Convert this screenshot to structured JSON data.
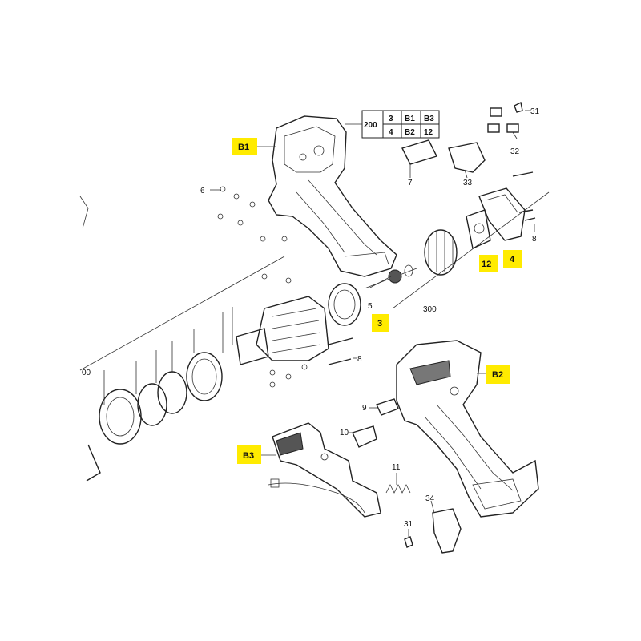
{
  "colors": {
    "highlight": "#ffeb00",
    "line": "#222222",
    "background": "#ffffff"
  },
  "highlighted_labels": {
    "b1": "B1",
    "b2": "B2",
    "b3": "B3",
    "n3": "3",
    "n4": "4",
    "n12": "12"
  },
  "reference_table": {
    "assembly": "200",
    "row1": [
      "3",
      "B1",
      "B3"
    ],
    "row2": [
      "4",
      "B2",
      "12"
    ]
  },
  "part_numbers": {
    "p5": "5",
    "p6": "6",
    "p7": "7",
    "p8a": "8",
    "p8b": "8",
    "p9": "9",
    "p10": "10",
    "p11": "11",
    "p31a": "31",
    "p31b": "31",
    "p32": "32",
    "p33": "33",
    "p34": "34",
    "p300": "300",
    "p00": "00"
  }
}
